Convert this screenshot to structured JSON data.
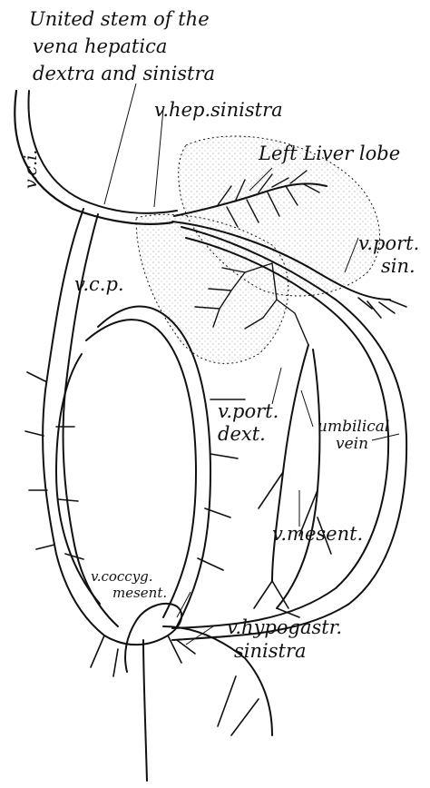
{
  "labels": {
    "united_stem_l1": "United stem of the",
    "united_stem_l2": "vena hepatica",
    "united_stem_l3": "dextra and sinistra",
    "vhep_sinistra": "v.hep.sinistra",
    "left_liver_lobe": "Left Liver lobe",
    "vci": "v.c.i.",
    "vport_sin_l1": "v.port.",
    "vport_sin_l2": "sin.",
    "vcp": "v.c.p.",
    "umbilical_l1": "umbilical",
    "umbilical_l2": "vein",
    "vport_dext_l1": "v.port.",
    "vport_dext_l2": "dext.",
    "vmesent": "v.mesent.",
    "vcoccyg_l1": "v.coccyg.",
    "vcoccyg_l2": "mesent.",
    "vhypogastr_l1": "v.hypogastr.",
    "vhypogastr_l2": "sinistra"
  },
  "colors": {
    "ink": "#111111",
    "background": "#ffffff",
    "liver_stipple": "#9a9a9a"
  }
}
